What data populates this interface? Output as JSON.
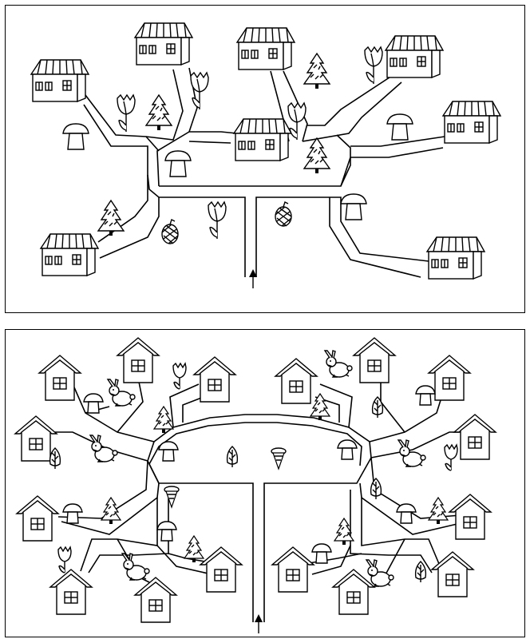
{
  "puzzle": {
    "top_panel": {
      "objects": [
        "house",
        "mushroom",
        "tulip",
        "fir-tree",
        "cone"
      ],
      "start_marker": "arrow-up"
    },
    "bottom_panel": {
      "objects": [
        "birdhouse-house",
        "mushroom",
        "tulip",
        "fir-tree",
        "hare",
        "small-tree",
        "ice-cream"
      ],
      "start_marker": "arrow-up"
    }
  }
}
